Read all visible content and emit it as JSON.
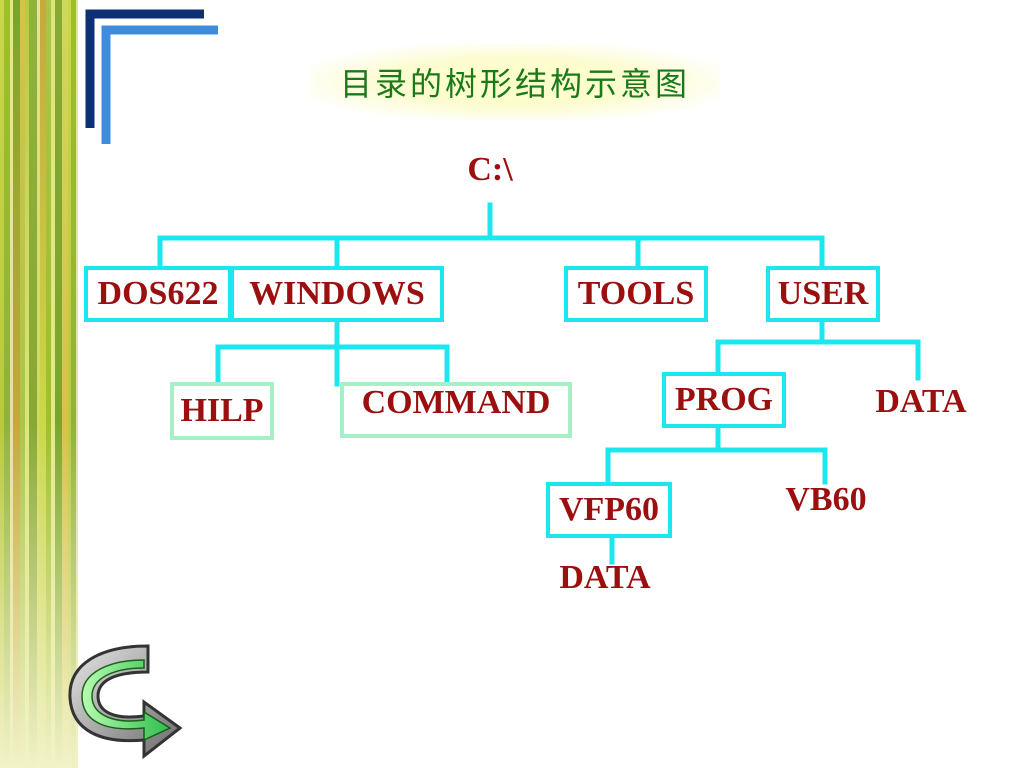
{
  "slide": {
    "title": "目录的树形结构示意图"
  },
  "tree": {
    "root": "C:\\",
    "nodes": {
      "dos622": "DOS622",
      "windows": "WINDOWS",
      "tools": "TOOLS",
      "user": "USER",
      "hilp": "HILP",
      "command": "COMMAND",
      "prog": "PROG",
      "user_data": "DATA",
      "vfp60": "VFP60",
      "vb60": "VB60",
      "vfp60_data": "DATA"
    }
  },
  "colors": {
    "connector": "#1ee6ee",
    "node_text": "#9b0f0f",
    "title_text": "#1a7a1a",
    "frame_dark": "#0d2f73",
    "frame_light": "#3f8cdc"
  },
  "icons": {
    "logo": "curved-arrow-logo-icon"
  }
}
